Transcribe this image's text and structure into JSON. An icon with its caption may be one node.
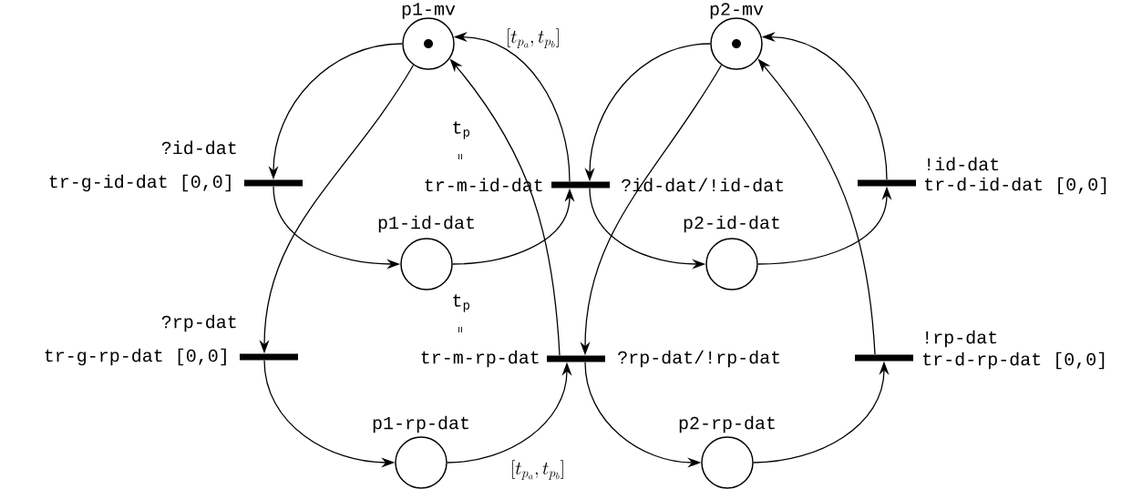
{
  "diagram": {
    "nodes": [
      {
        "text": [
          "p1-mv"
        ]
      },
      {
        "text": [
          "p2-mv"
        ]
      },
      {
        "text": [
          "?id-dat",
          "tr-g-id-dat [0,0]"
        ]
      },
      {
        "text": [
          "tr-m-id-dat",
          "?id-dat/!id-dat"
        ],
        "beside": [
          "t$_{p}$",
          "="
        ]
      },
      {
        "text": [
          "!id-dat",
          "tr-d-id-dat [0,0]"
        ]
      },
      {
        "text": [
          "p1-id-dat"
        ]
      },
      {
        "text": [
          "p2-id-dat"
        ]
      },
      {
        "text": [
          "?rp-dat",
          "tr-g-rp-dat [0,0]"
        ]
      },
      {
        "text": [
          "tr-m-rp-dat",
          "?rp-dat/!rp-dat"
        ],
        "beside": [
          "t$_{p}$",
          "="
        ]
      },
      {
        "text": [
          "!rp-dat",
          "tr-d-rp-dat [0,0]"
        ]
      },
      {
        "text": [
          "p1-rp-dat"
        ]
      },
      {
        "text": [
          "p2-rp-dat"
        ]
      }
    ],
    "edges": [
      {
        "from": 0,
        "to": 2,
        "arrow": "to"
      },
      {
        "from": 2,
        "to": 5,
        "arrow": "to"
      },
      {
        "from": 5,
        "to": 3,
        "arrow": "to"
      },
      {
        "from": 3,
        "to": 0,
        "arrow": "to"
      },
      {
        "from": 0,
        "to": 7,
        "arrow": "to"
      },
      {
        "from": 7,
        "to": 10,
        "arrow": "to"
      },
      {
        "from": 10,
        "to": 8,
        "arrow": "to"
      },
      {
        "from": 8,
        "to": 0,
        "arrow": "to"
      },
      {
        "from": 1,
        "to": 3,
        "arrow": "to"
      },
      {
        "from": 3,
        "to": 6,
        "arrow": "to"
      },
      {
        "from": 6,
        "to": 4,
        "arrow": "to"
      },
      {
        "from": 4,
        "to": 1,
        "arrow": "to"
      },
      {
        "from": 1,
        "to": 8,
        "arrow": "to"
      },
      {
        "from": 8,
        "to": 11,
        "arrow": "to"
      },
      {
        "from": 11,
        "to": 9,
        "arrow": "to"
      },
      {
        "from": 9,
        "to": 1,
        "arrow": "to"
      }
    ],
    "labels": [
      "[t_{p_a},t_{p_b}]",
      "[t_{p_a},t_{p_b}]"
    ]
  }
}
